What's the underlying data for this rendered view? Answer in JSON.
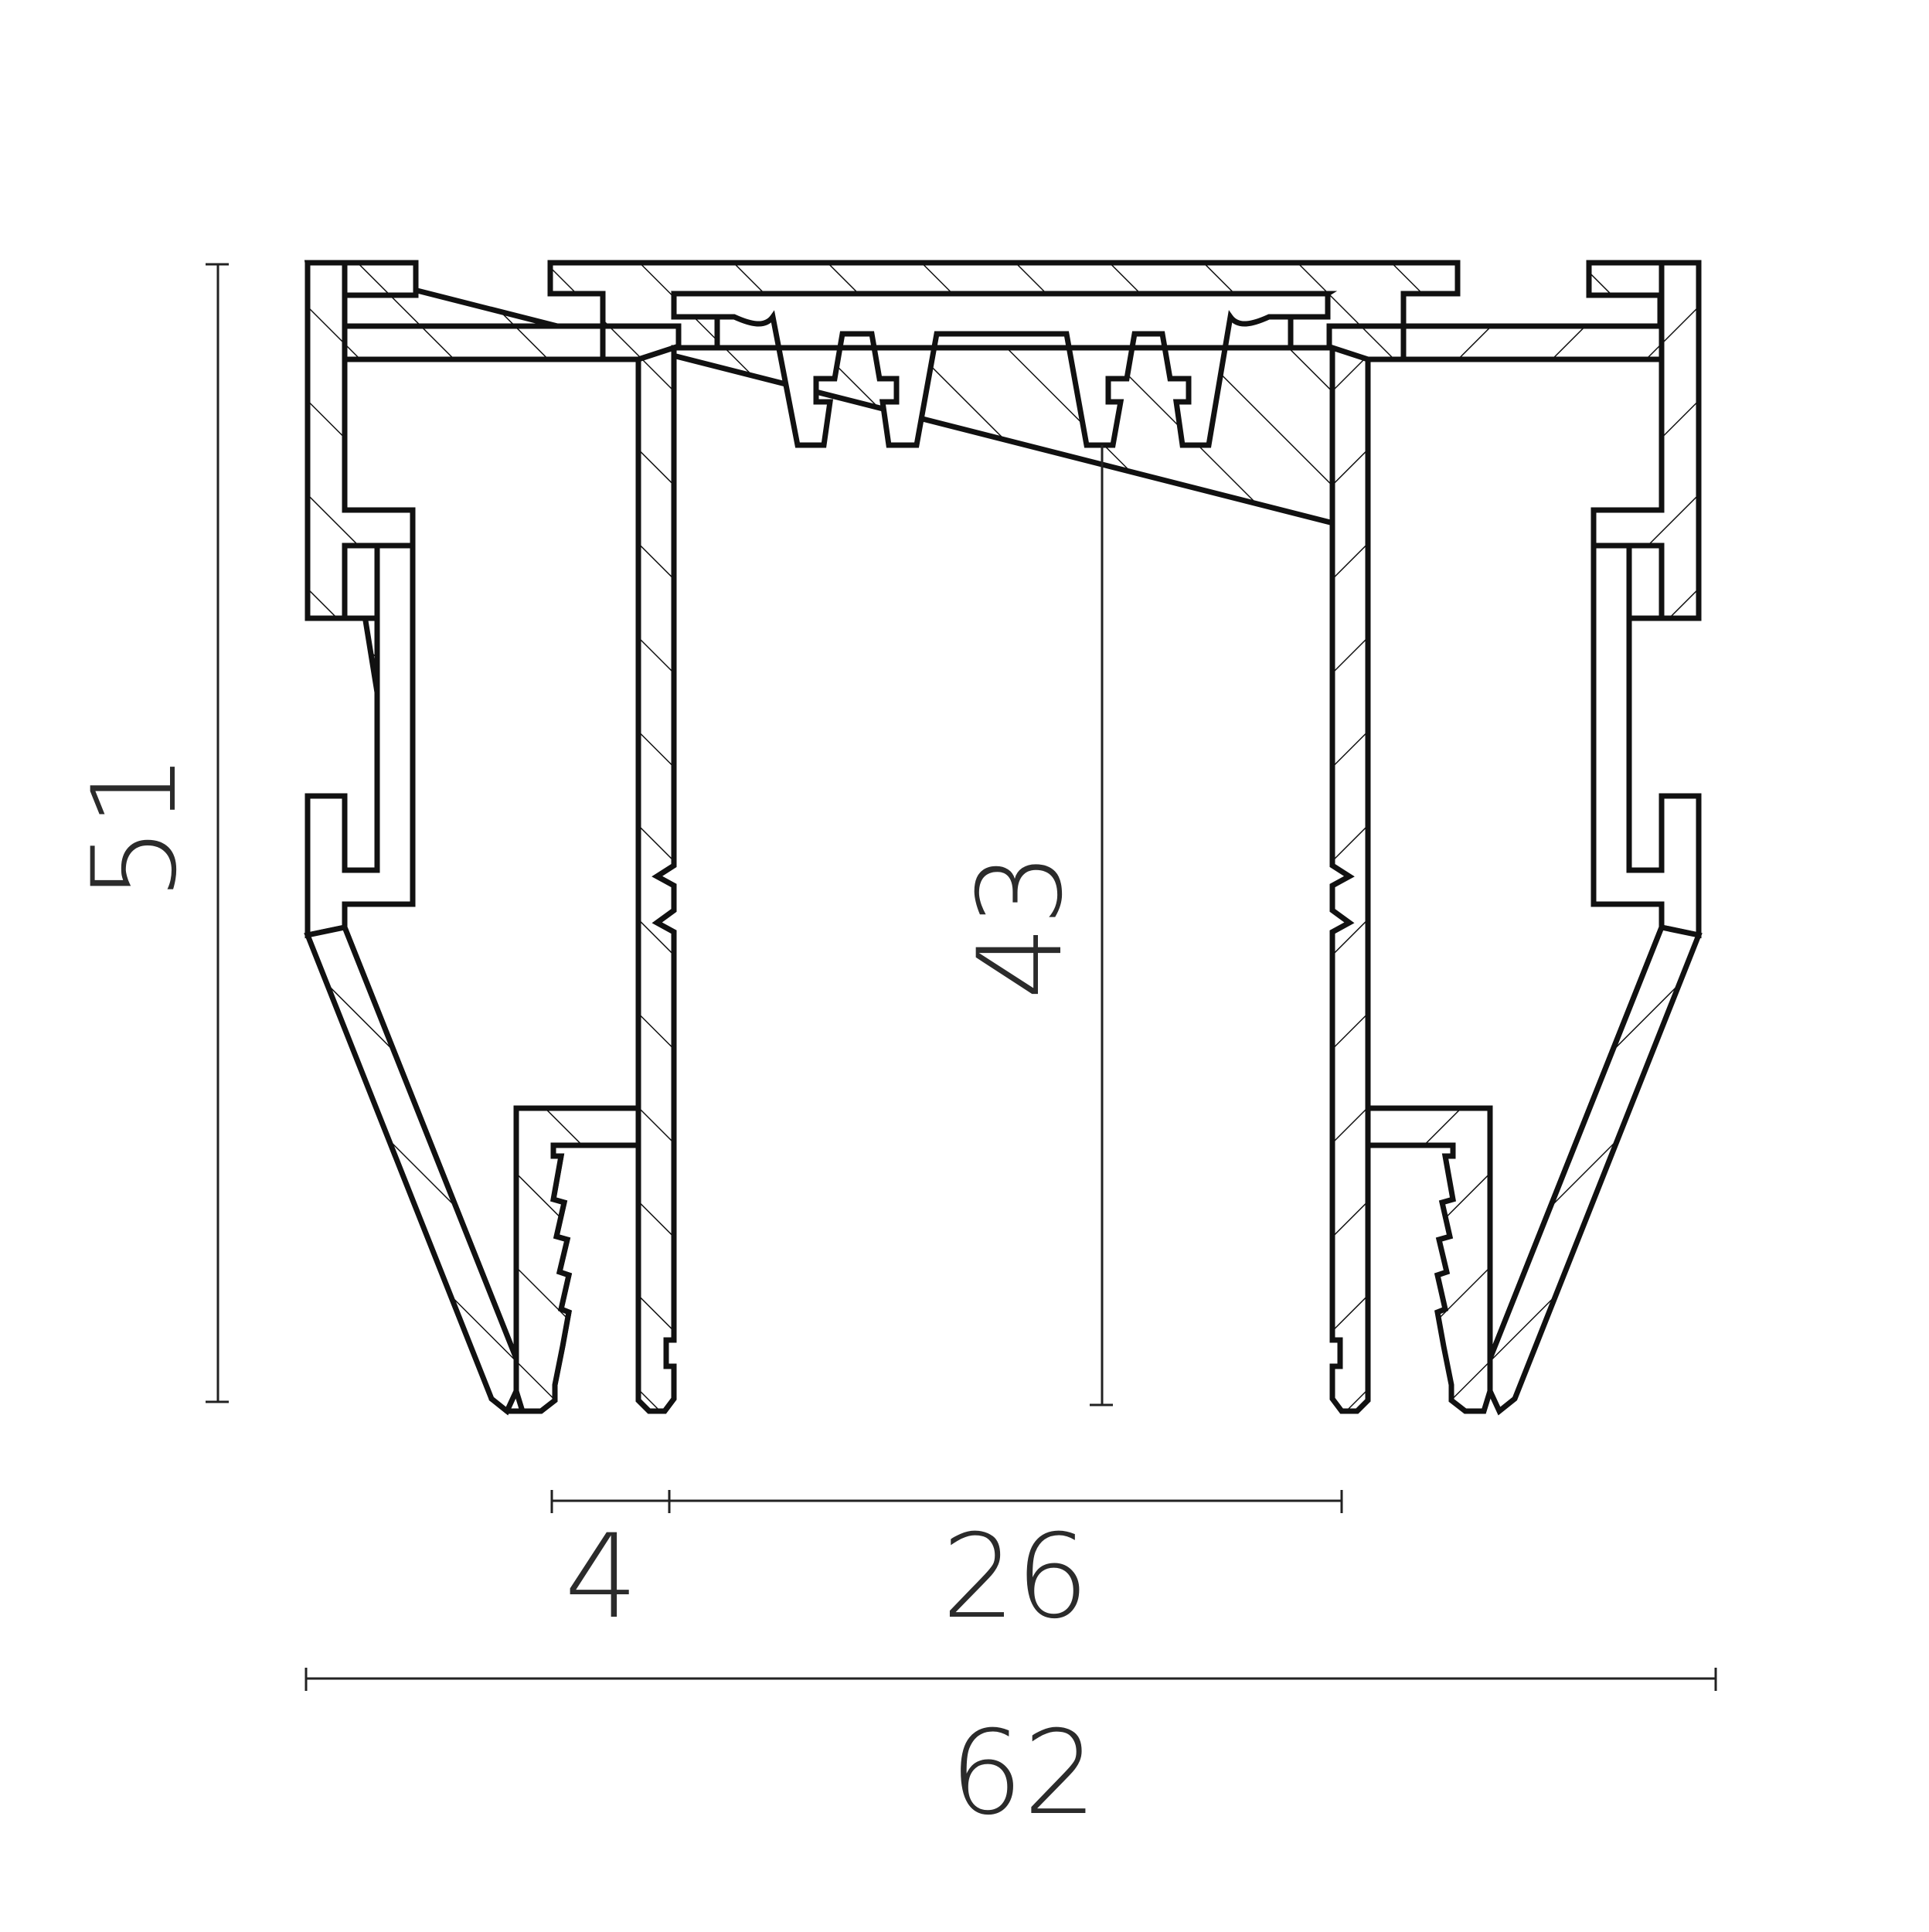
{
  "dimensions": {
    "height_overall": "51",
    "channel_depth": "43",
    "wall_thickness": "4",
    "channel_width": "26",
    "width_overall": "62"
  },
  "colors": {
    "line": "#111111",
    "background": "#ffffff",
    "dimension_text": "#2b2b2b"
  }
}
